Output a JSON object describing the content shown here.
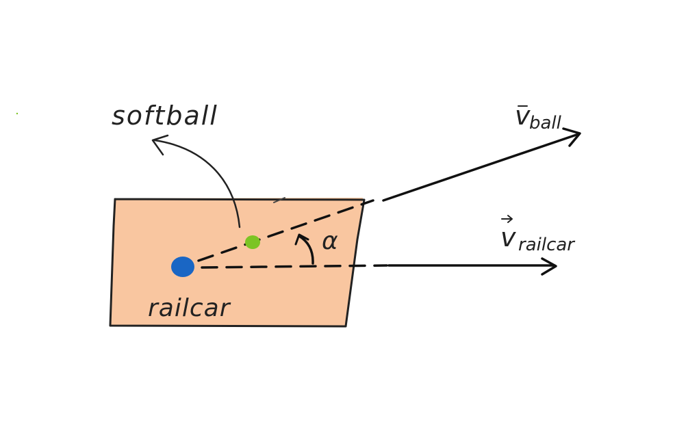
{
  "labels": {
    "softball": "softball",
    "railcar": "railcar",
    "v_ball_main": "v",
    "v_ball_sub": "ball",
    "v_railcar_main": "v",
    "v_railcar_sub": "railcar",
    "angle": "α"
  },
  "colors": {
    "railcar_fill": "#f9c6a0",
    "railcar_outline": "#222222",
    "softball_dot": "#7cc424",
    "railcar_dot": "#1a66c4",
    "ink": "#222222"
  }
}
